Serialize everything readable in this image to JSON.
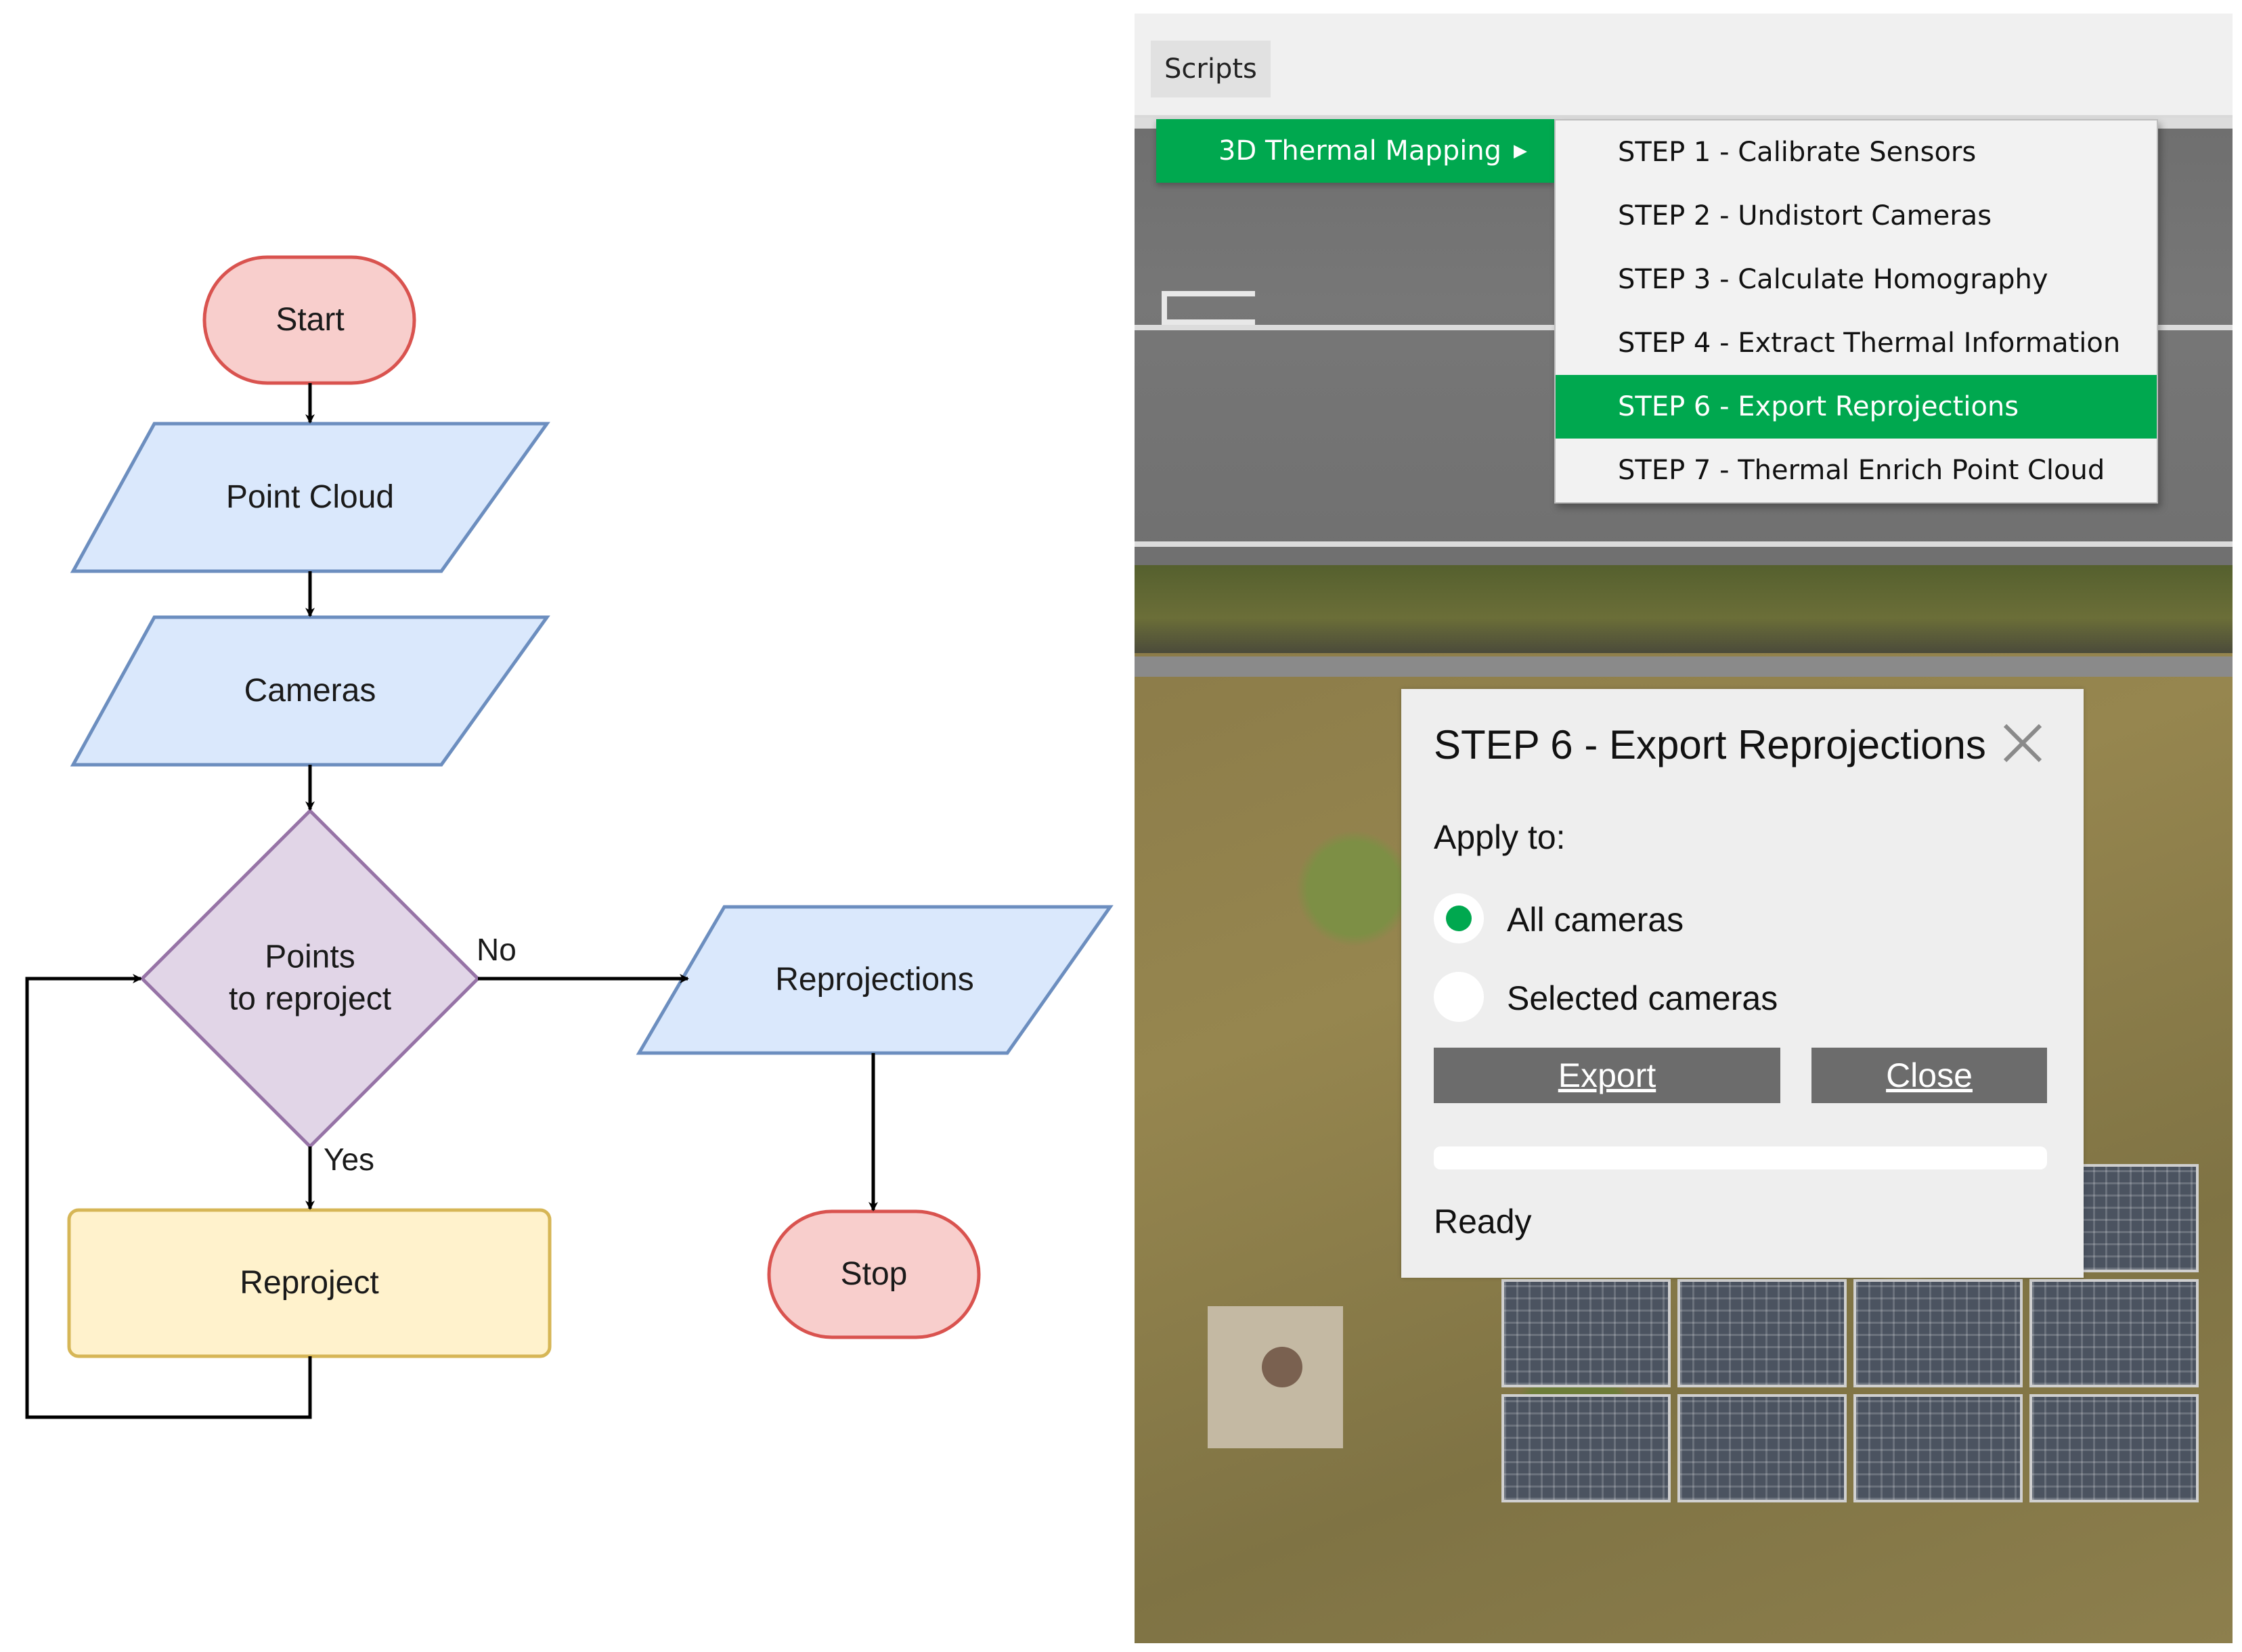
{
  "flowchart": {
    "start": "Start",
    "point_cloud": "Point Cloud",
    "cameras": "Cameras",
    "decision_line1": "Points",
    "decision_line2": "to reproject",
    "no_label": "No",
    "yes_label": "Yes",
    "reprojections": "Reprojections",
    "reproject": "Reproject",
    "stop": "Stop"
  },
  "menubar": {
    "scripts": "Scripts"
  },
  "menu": {
    "parent": "3D Thermal Mapping",
    "items": [
      {
        "label": "STEP 1 - Calibrate Sensors",
        "highlighted": false
      },
      {
        "label": "STEP 2 - Undistort Cameras",
        "highlighted": false
      },
      {
        "label": "STEP 3 - Calculate Homography",
        "highlighted": false
      },
      {
        "label": "STEP 4 - Extract Thermal Information",
        "highlighted": false
      },
      {
        "label": "STEP 6 - Export Reprojections",
        "highlighted": true
      },
      {
        "label": "STEP 7 - Thermal Enrich Point Cloud",
        "highlighted": false
      }
    ]
  },
  "dialog": {
    "title": "STEP 6 - Export Reprojections",
    "apply_to": "Apply to:",
    "option_all": "All cameras",
    "option_selected": "Selected cameras",
    "selected_option": "All cameras",
    "export_button": "Export",
    "close_button": "Close",
    "progress": 0,
    "status": "Ready"
  },
  "colors": {
    "accent_green": "#00a84f",
    "start_stop_fill": "#f8cecc",
    "start_stop_stroke": "#d9534f",
    "data_fill": "#dae8fc",
    "data_stroke": "#6c8ebf",
    "decision_fill": "#e1d5e7",
    "decision_stroke": "#9673a6",
    "process_fill": "#fff2cc",
    "process_stroke": "#d6b656"
  },
  "icons": {
    "close": "close-x-icon",
    "submenu_arrow": "chevron-right-icon"
  }
}
